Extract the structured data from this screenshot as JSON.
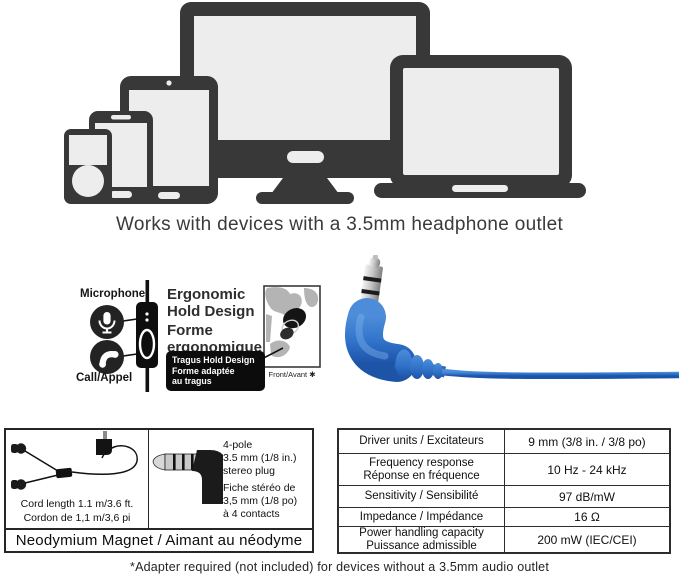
{
  "caption": "Works with devices with a 3.5mm headphone outlet",
  "devices": {
    "items": [
      "desktop-monitor",
      "laptop",
      "tablet",
      "smartphone",
      "ipod"
    ],
    "body_color": "#383838",
    "screen_color": "#ededed"
  },
  "features": {
    "microphone_label": "Microphone",
    "call_label": "Call/Appel",
    "ergonomic_en_line1": "Ergonomic",
    "ergonomic_en_line2": "Hold Design",
    "ergonomic_fr_line1": "Forme",
    "ergonomic_fr_line2": "ergonomique",
    "tragus_badge_line1": "Tragus Hold Design",
    "tragus_badge_line2": "Forme adaptée",
    "tragus_badge_line3": "au tragus",
    "front_label": "Front/Avant ✱"
  },
  "cord": {
    "length_en": "Cord length 1.1 m/3.6 ft.",
    "length_fr": "Cordon de 1,1 m/3,6 pi",
    "plug_en_line1": "4-pole",
    "plug_en_line2": "3.5 mm (1/8 in.)",
    "plug_en_line3": "stereo plug",
    "plug_fr_line1": "Fiche stéréo de",
    "plug_fr_line2": "3,5 mm (1/8 po)",
    "plug_fr_line3": "à 4 contacts",
    "magnet": "Neodymium Magnet / Aimant au néodyme"
  },
  "specs": {
    "rows": [
      {
        "label": "Driver units / Excitateurs",
        "label2": "",
        "value": "9 mm (3/8 in. / 3/8 po)"
      },
      {
        "label": "Frequency response",
        "label2": "Réponse en fréquence",
        "value": "10 Hz - 24 kHz"
      },
      {
        "label": "Sensitivity / Sensibilité",
        "label2": "",
        "value": "97 dB/mW"
      },
      {
        "label": "Impedance / Impédance",
        "label2": "",
        "value": "16 Ω"
      },
      {
        "label": "Power handling capacity",
        "label2": "Puissance admissible",
        "value": "200 mW (IEC/CEI)"
      }
    ]
  },
  "footnote": "*Adapter required (not included) for devices without a 3.5mm audio outlet",
  "colors": {
    "device": "#383838",
    "screen": "#ededed",
    "plug_blue": "#2f72c8",
    "plug_blue_dark": "#1d54a8",
    "text": "#2e2e2e"
  }
}
